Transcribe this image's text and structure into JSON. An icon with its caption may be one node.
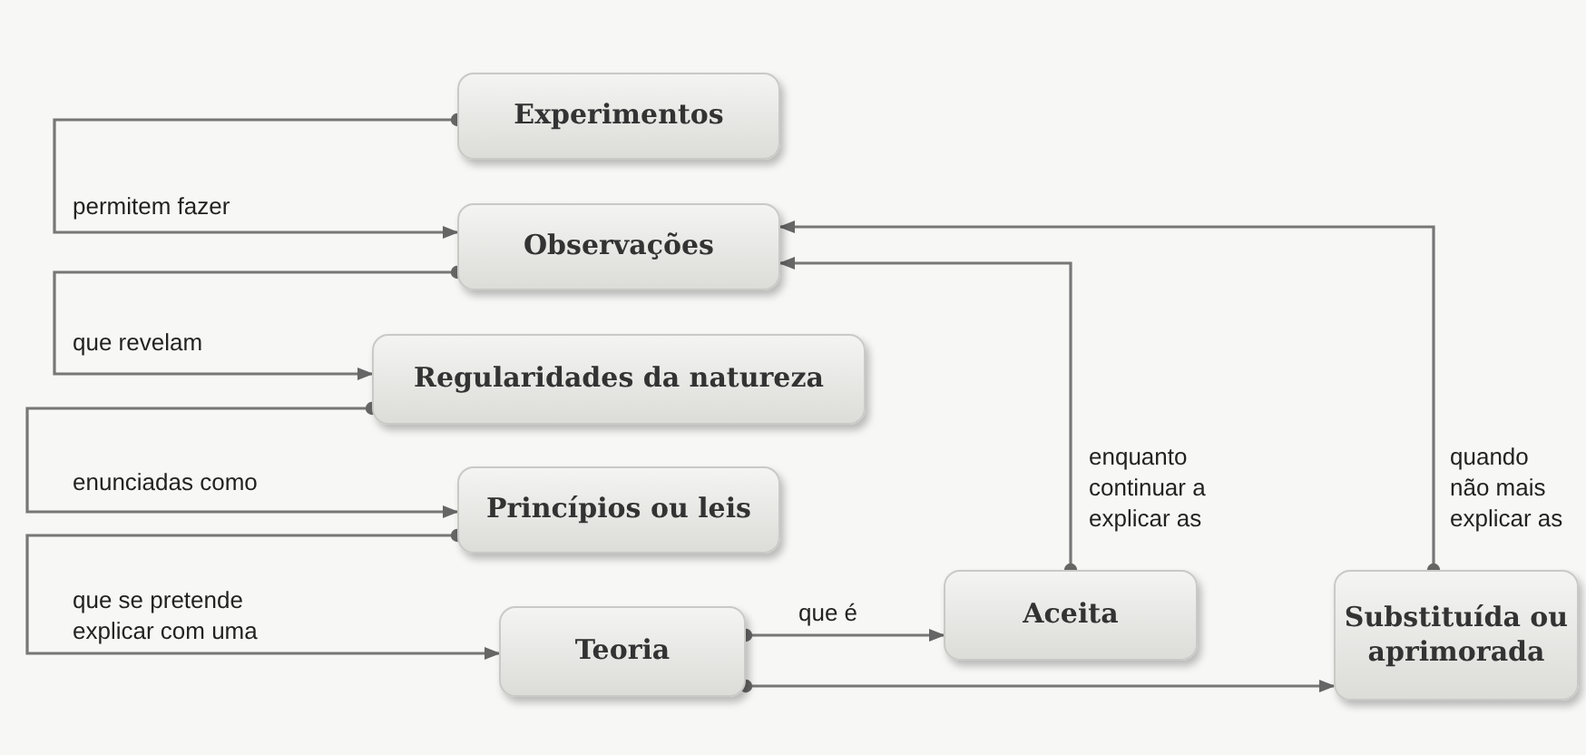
{
  "diagram": {
    "nodes": [
      {
        "text": [
          "Experimentos"
        ]
      },
      {
        "text": [
          "Observações"
        ]
      },
      {
        "text": [
          "Regularidades da natureza"
        ]
      },
      {
        "text": [
          "Princípios ou leis"
        ]
      },
      {
        "text": [
          "Teoria"
        ]
      },
      {
        "text": [
          "Aceita"
        ]
      },
      {
        "text": [
          "Substituída ou aprimorada"
        ]
      }
    ],
    "edges": [
      {
        "from": 0,
        "to": 1,
        "arrow": "to",
        "label": "permitem fazer"
      },
      {
        "from": 1,
        "to": 2,
        "arrow": "to",
        "label": "que revelam"
      },
      {
        "from": 2,
        "to": 3,
        "arrow": "to",
        "label": "enunciadas como"
      },
      {
        "from": 3,
        "to": 4,
        "arrow": "to",
        "label": "que se pretende explicar com uma"
      },
      {
        "from": 4,
        "to": 5,
        "arrow": "to",
        "label": "que é"
      },
      {
        "from": 4,
        "to": 6,
        "arrow": "to"
      },
      {
        "from": 5,
        "to": 1,
        "arrow": "to",
        "label": "enquanto continuar a explicar as"
      },
      {
        "from": 6,
        "to": 1,
        "arrow": "to",
        "label": "quando não mais explicar as"
      }
    ]
  }
}
